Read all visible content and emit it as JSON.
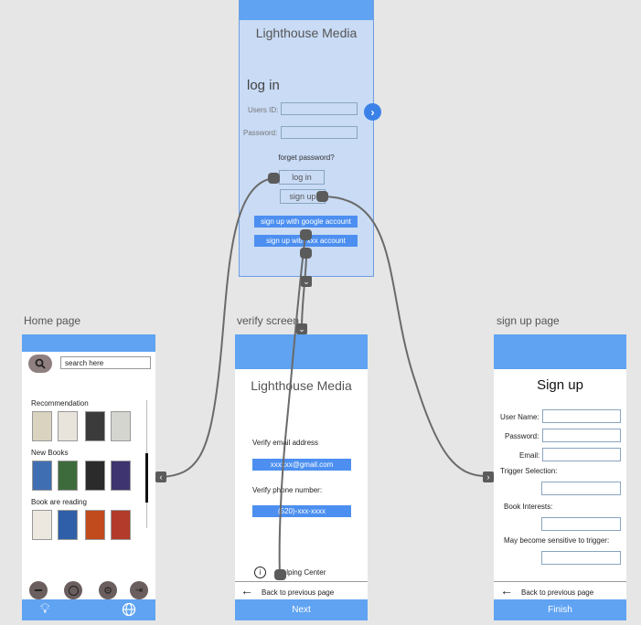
{
  "login_screen": {
    "title": "Lighthouse Media",
    "heading": "log in",
    "users_id_label": "Users ID:",
    "password_label": "Password:",
    "forget_password": "forget password?",
    "login_button": "log in",
    "signup_button": "sign up",
    "google_button": "sign up with google account",
    "other_button": "sign up with xxx account"
  },
  "home_page": {
    "label": "Home page",
    "search_placeholder": "search here",
    "sections": [
      "Recommendation",
      "New Books",
      "Book are reading"
    ]
  },
  "verify_screen": {
    "label": "verify screen",
    "title": "Lighthouse Media",
    "verify_email_label": "Verify email address",
    "email_value": "xxxxxx@gmail.com",
    "verify_phone_label": "Verify phone number:",
    "phone_value": "(520)-xxx-xxxx",
    "help_center": "Helping Center",
    "back_link": "Back to previous page",
    "next_button": "Next"
  },
  "signup_page": {
    "label": "sign up page",
    "title": "Sign up",
    "user_name_label": "User Name:",
    "password_label": "Password:",
    "email_label": "Email:",
    "trigger_selection_label": "Trigger Selection:",
    "book_interests_label": "Book Interests:",
    "sensitive_label": "May become sensitive to trigger:",
    "back_link": "Back to previous page",
    "finish_button": "Finish"
  },
  "colors": {
    "canvas": "#e6e6e6",
    "login_panel": "#c9dbf5",
    "blue_bar": "#5fa3f2",
    "blue_field": "#4c8ff0",
    "wire": "#6a6a6a"
  }
}
